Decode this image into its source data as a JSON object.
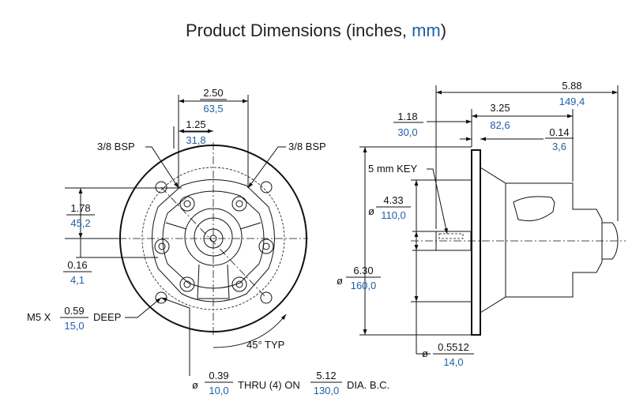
{
  "title": {
    "main": "Product Dimensions (inches, ",
    "units": "mm",
    "close": ")"
  },
  "front_view": {
    "width_overall": {
      "in": "2.50",
      "mm": "63,5"
    },
    "width_half": {
      "in": "1.25",
      "mm": "31,8"
    },
    "port_left": "3/8 BSP",
    "port_right": "3/8 BSP",
    "height_upper": {
      "in": "1.78",
      "mm": "45,2"
    },
    "height_lower": {
      "in": "0.16",
      "mm": "4,1"
    },
    "thread": {
      "prefix": "M5 X",
      "in": "0.59",
      "mm": "15,0",
      "suffix": "DEEP"
    },
    "angle": "45° TYP",
    "holes": {
      "dia": "ø",
      "in": "0.39",
      "mm": "10,0",
      "mid": "THRU (4) ON",
      "bc_in": "5.12",
      "bc_mm": "130,0",
      "suffix": "DIA. B.C."
    }
  },
  "side_view": {
    "length_overall": {
      "in": "5.88",
      "mm": "149,4"
    },
    "length_body": {
      "in": "3.25",
      "mm": "82,6"
    },
    "length_shaft": {
      "in": "1.18",
      "mm": "30,0"
    },
    "flange_thk": {
      "in": "0.14",
      "mm": "3,6"
    },
    "key": "5 mm KEY",
    "pilot_dia": {
      "dia": "ø",
      "in": "4.33",
      "mm": "110,0"
    },
    "flange_dia": {
      "dia": "ø",
      "in": "6.30",
      "mm": "160,0"
    },
    "shaft_dia": {
      "dia": "ø",
      "in": "0.5512",
      "mm": "14,0"
    }
  }
}
